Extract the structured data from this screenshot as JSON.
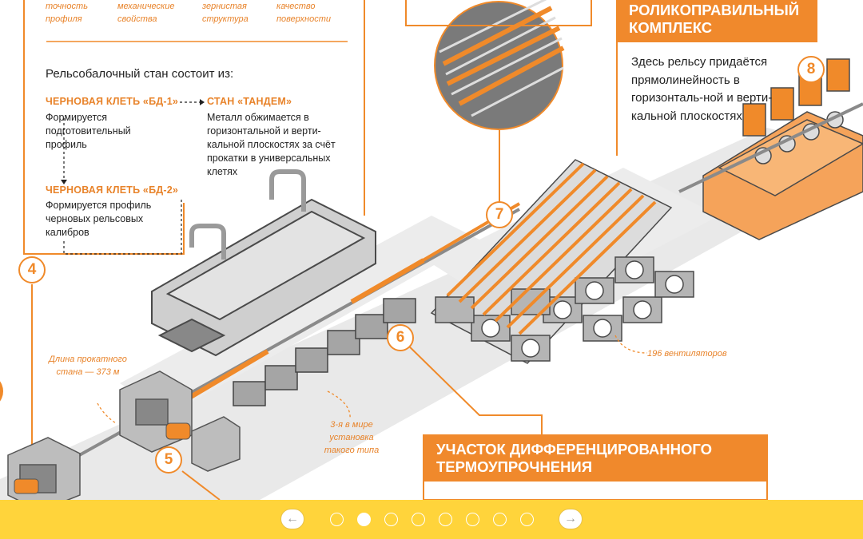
{
  "top_labels": [
    "точность\nпрофиля",
    "механические\nсвойства",
    "зернистая\nструктура",
    "качество\nповерхности"
  ],
  "intro": "Рельсобалочный стан состоит из:",
  "stages": [
    {
      "title": "ЧЕРНОВАЯ КЛЕТЬ «БД-1»",
      "text": "Формируется подготовительный профиль"
    },
    {
      "title": "СТАН «ТАНДЕМ»",
      "text": "Металл обжимается в горизонтальной и верти-кальной плоскостях за счёт прокатки в универсальных клетях"
    },
    {
      "title": "ЧЕРНОВАЯ КЛЕТЬ «БД-2»",
      "text": "Формируется профиль черновых рельсовых калибров"
    }
  ],
  "notes": {
    "length": "Длина прокатного стана — 373 м",
    "unique": "3-я в мире установка такого типа",
    "fans": "196 вентиляторов"
  },
  "panels": {
    "straightening": {
      "title": "РОЛИКОПРАВИЛЬНЫЙ КОМПЛЕКС",
      "text": "Здесь рельсу придаётся прямолинейность в горизонталь-ной и верти-кальной плоскостях"
    },
    "hardening": {
      "title": "УЧАСТОК ДИФФЕРЕНЦИРОВАННОГО ТЕРМОУПРОЧНЕНИЯ"
    }
  },
  "badges": [
    "4",
    "5",
    "6",
    "7",
    "8"
  ],
  "nav": {
    "prev": "←",
    "next": "→",
    "dots": 8,
    "active": 1
  },
  "colors": {
    "accent": "#f08a2a",
    "nav_bg": "#ffd43b",
    "machine": "#6f6f6f"
  }
}
